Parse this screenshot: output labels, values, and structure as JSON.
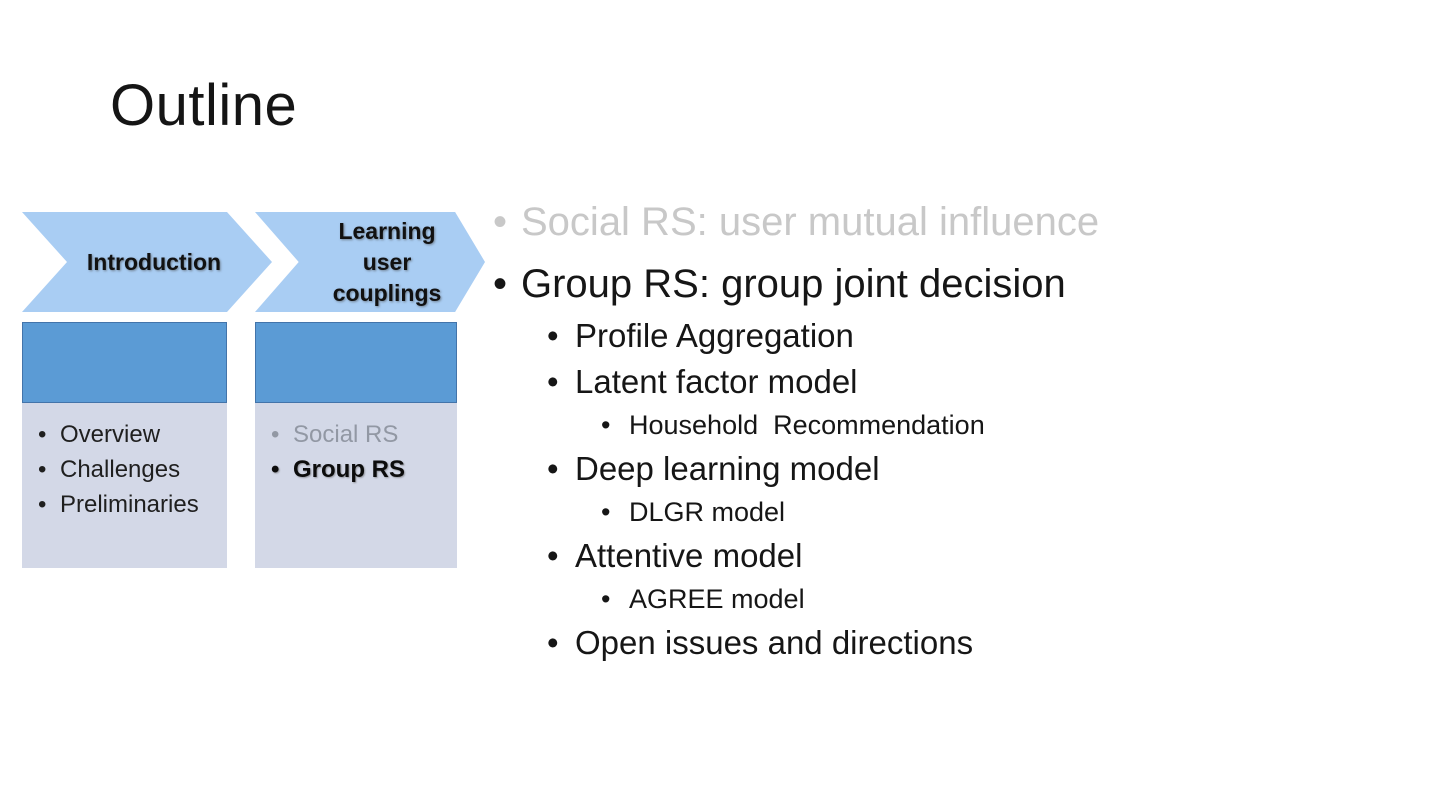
{
  "title": "Outline",
  "flow": {
    "steps": [
      {
        "label": "Introduction",
        "items": [
          {
            "text": "Overview"
          },
          {
            "text": "Challenges"
          },
          {
            "text": "Preliminaries"
          }
        ]
      },
      {
        "label": "Learning\nuser\ncouplings",
        "items": [
          {
            "text": "Social RS"
          },
          {
            "text": "Group RS"
          }
        ]
      }
    ]
  },
  "outline": {
    "items": [
      {
        "text": "Social RS: user mutual influence",
        "level": 1,
        "dimmed": true
      },
      {
        "text": "Group RS: group joint decision",
        "level": 1,
        "dimmed": false
      },
      {
        "text": "Profile Aggregation",
        "level": 2
      },
      {
        "text": "Latent factor model",
        "level": 2
      },
      {
        "text": "Household  Recommendation",
        "level": 3
      },
      {
        "text": "Deep learning model",
        "level": 2
      },
      {
        "text": "DLGR model",
        "level": 3
      },
      {
        "text": "Attentive model",
        "level": 2
      },
      {
        "text": "AGREE model",
        "level": 3
      },
      {
        "text": "Open issues and directions",
        "level": 2
      }
    ]
  },
  "colors": {
    "arrow_fill": "#a9cdf3",
    "panel_header": "#5b9bd5",
    "panel_header_border": "#4374aa",
    "panel_body": "#d3d8e7",
    "dimmed_text_large": "#c8c8c8",
    "dimmed_text_panel": "#9298a4",
    "text": "#161616"
  }
}
